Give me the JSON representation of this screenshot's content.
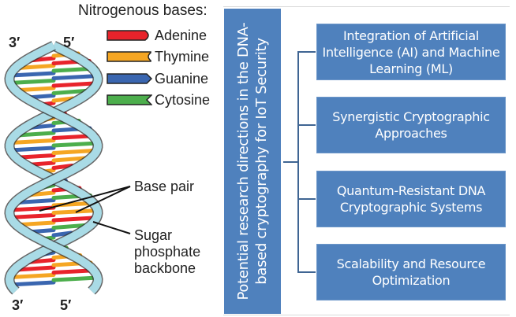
{
  "dna_figure": {
    "legend": {
      "title": "Nitrogenous bases:",
      "items": [
        {
          "label": "Adenine",
          "color": "#e8232b",
          "shape": "rounded-arrow"
        },
        {
          "label": "Thymine",
          "color": "#f5a623",
          "shape": "notch"
        },
        {
          "label": "Guanine",
          "color": "#3a66b0",
          "shape": "point"
        },
        {
          "label": "Cytosine",
          "color": "#4cae4c",
          "shape": "v-notch"
        }
      ]
    },
    "strand_ends": {
      "top_left": "3′",
      "top_right": "5′",
      "bottom_left": "3′",
      "bottom_right": "5′"
    },
    "callouts": {
      "base_pair": "Base pair",
      "backbone": [
        "Sugar",
        "phosphate",
        "backbone"
      ]
    },
    "colors": {
      "backbone": "#a9dbe6",
      "backbone_outline": "#333333"
    }
  },
  "diagram": {
    "root": "Potential research directions in the DNA-based cryptography for IoT Security",
    "children": [
      "Integration of Artificial Intelligence (AI) and Machine Learning (ML)",
      "Synergistic Cryptographic Approaches",
      "Quantum-Resistant DNA Cryptographic Systems",
      "Scalability and Resource Optimization"
    ],
    "colors": {
      "box_fill": "#4f81bd",
      "connector": "#3f6593",
      "text": "#ffffff"
    }
  }
}
